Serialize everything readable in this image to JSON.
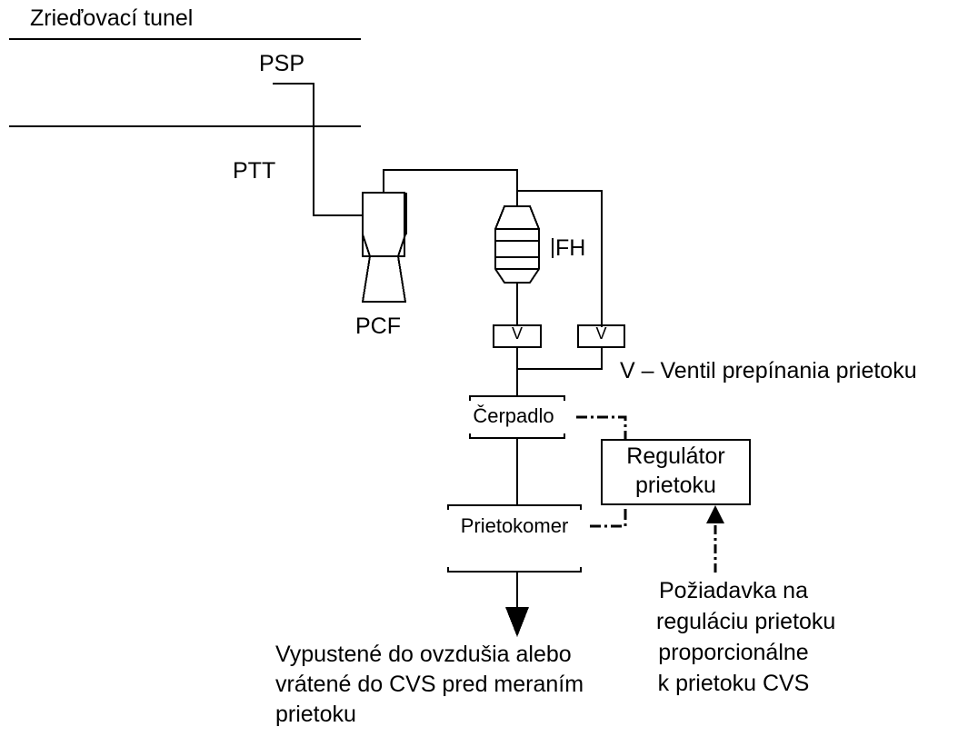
{
  "tunnel": {
    "label": "Zrieďovací tunel"
  },
  "probe": {
    "psp_label": "PSP",
    "ptt_label": "PTT"
  },
  "filter": {
    "pcf_label": "PCF",
    "fh_label": "FH"
  },
  "valves": {
    "valve_label": "V",
    "legend": "V – Ventil prepínania prietoku"
  },
  "pump": {
    "label": "Čerpadlo"
  },
  "regulator": {
    "line1": "Regulátor",
    "line2": "prietoku"
  },
  "flowmeter": {
    "label": "Prietokomer"
  },
  "exhaust": {
    "lines": [
      "Vypustené do ovzdušia alebo",
      "vrátené do CVS pred meraním",
      "prietoku"
    ]
  },
  "demand": {
    "lines": [
      "Požiadavka na",
      "reguláciu prietoku",
      "proporcionálne",
      "k prietoku CVS"
    ]
  }
}
